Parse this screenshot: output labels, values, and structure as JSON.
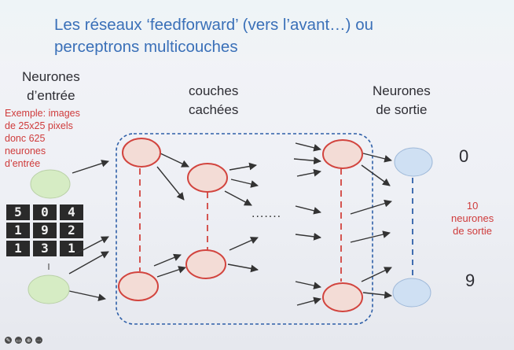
{
  "title": {
    "line1": "Les réseaux ‘feedforward’ (vers l’avant…) ou",
    "line2": "perceptrons multicouches"
  },
  "labels": {
    "input_line1": "Neurones",
    "input_line2": "d’entrée",
    "hidden_line1": "couches",
    "hidden_line2": "cachées",
    "output_line1": "Neurones",
    "output_line2": "de sortie"
  },
  "example_note": [
    "Exemple: images",
    "de 25x25 pixels",
    "donc 625",
    "neurones",
    "d’entrée"
  ],
  "output_note": [
    "10",
    "neurones",
    "de sortie"
  ],
  "output_numbers": {
    "top": "0",
    "bottom": "9"
  },
  "ellipsis": ".......",
  "digits": [
    "5",
    "0",
    "4",
    "1",
    "9",
    "2",
    "1",
    "3",
    "1"
  ],
  "colors": {
    "title": "#3a70b8",
    "input_neuron": "#d6ecc4",
    "hidden_neuron_fill": "#f3dcd6",
    "hidden_neuron_stroke": "#d2443e",
    "output_neuron": "#cfe0f3",
    "dashed_box": "#2e5fa8",
    "red_text": "#cf3b3b"
  },
  "toolbar_icons": [
    "pen-icon",
    "slides-icon",
    "zoom-icon",
    "options-icon"
  ]
}
